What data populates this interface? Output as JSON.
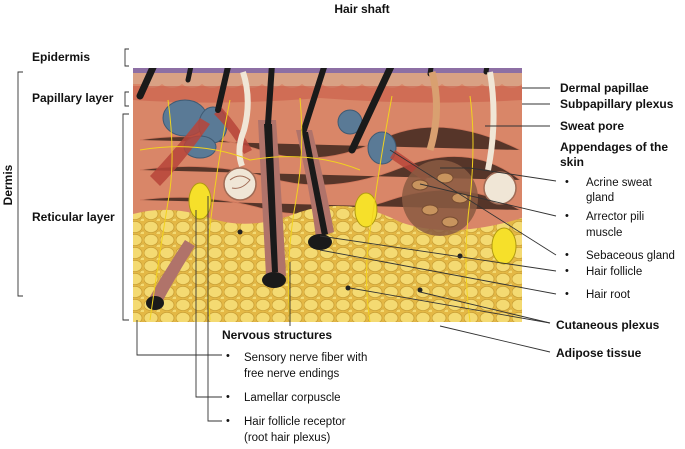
{
  "labels": {
    "hair_shaft": "Hair shaft",
    "epidermis": "Epidermis",
    "papillary_layer": "Papillary layer",
    "dermis": "Dermis",
    "reticular_layer": "Reticular layer",
    "dermal_papillae": "Dermal papillae",
    "subpapillary_plexus": "Subpapillary plexus",
    "sweat_pore": "Sweat pore",
    "appendages_line1": "Appendages of the",
    "appendages_line2": "skin",
    "acrine_line1": "Acrine sweat",
    "acrine_line2": "gland",
    "arrector_line1": "Arrector pili",
    "arrector_line2": "muscle",
    "sebaceous_gland": "Sebaceous gland",
    "hair_follicle": "Hair follicle",
    "hair_root": "Hair root",
    "cutaneous_plexus": "Cutaneous plexus",
    "adipose_tissue": "Adipose tissue",
    "nervous_structures": "Nervous structures",
    "sensory_line1": "Sensory nerve fiber with",
    "sensory_line2": "free nerve endings",
    "lamellar_corpuscle": "Lamellar corpuscle",
    "receptor_line1": "Hair follicle receptor",
    "receptor_line2": "(root hair plexus)",
    "bullet": "•"
  },
  "colors": {
    "epidermis": "#d9a184",
    "dermis": "#d98668",
    "fat": "#f0d264",
    "fat_edge": "#c9a73a",
    "hair": "#1a1a1a",
    "gland": "#b07a55",
    "sebaceous": "#5a7a96",
    "muscle": "#b8453a",
    "nerve": "#f2d21e",
    "corpuscle": "#f6e02a"
  }
}
